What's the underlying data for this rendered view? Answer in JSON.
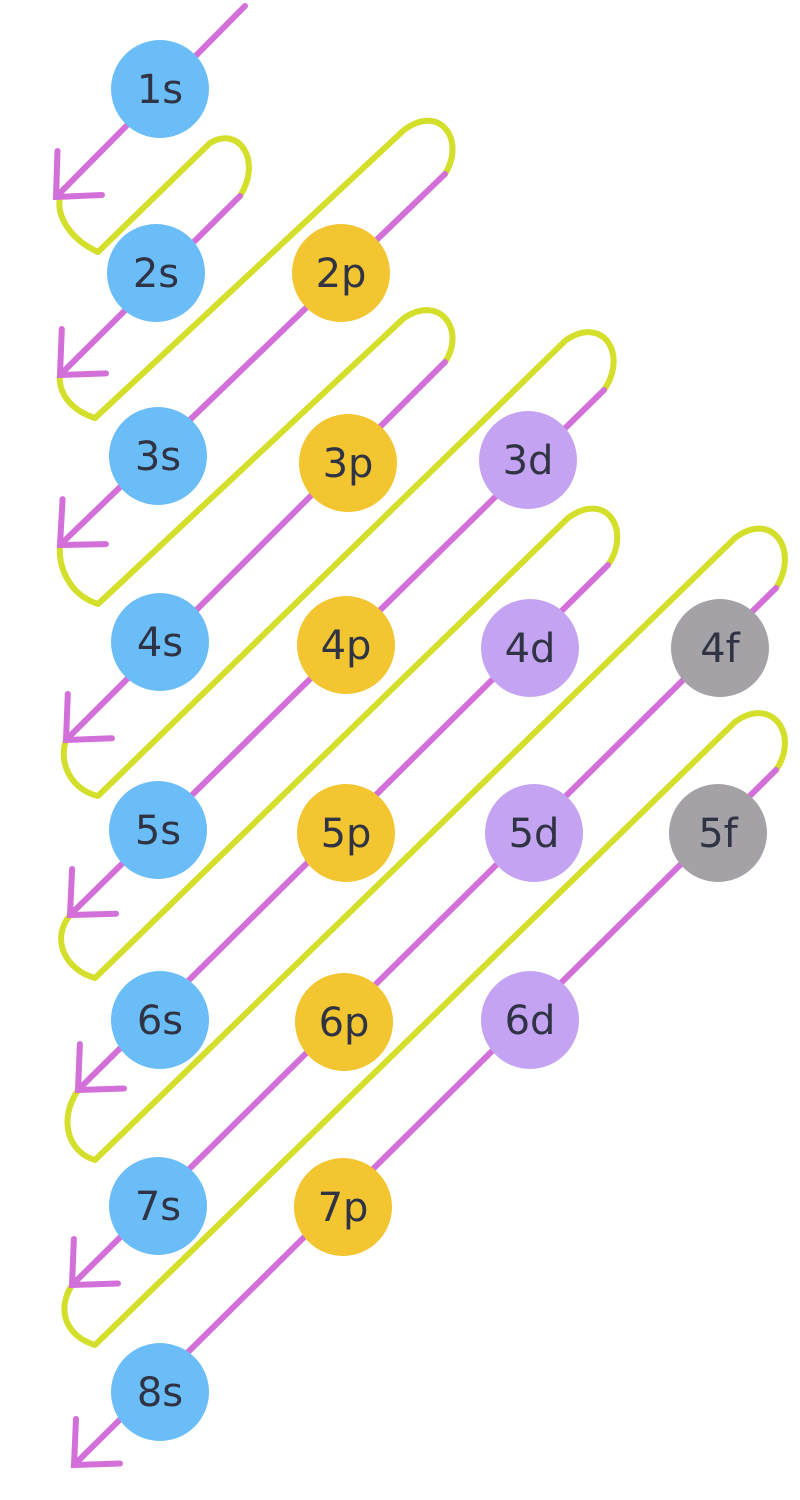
{
  "colors": {
    "diagonal": "#d36fd9",
    "connector": "#d3df2a",
    "s": "#6bbdf7",
    "p": "#f2c531",
    "d": "#c4a4f2",
    "f": "#a4a2a7"
  },
  "orbitals": [
    {
      "label": "1s",
      "type": "s"
    },
    {
      "label": "2s",
      "type": "s"
    },
    {
      "label": "2p",
      "type": "p"
    },
    {
      "label": "3s",
      "type": "s"
    },
    {
      "label": "3p",
      "type": "p"
    },
    {
      "label": "3d",
      "type": "d"
    },
    {
      "label": "4s",
      "type": "s"
    },
    {
      "label": "4p",
      "type": "p"
    },
    {
      "label": "4d",
      "type": "d"
    },
    {
      "label": "4f",
      "type": "f"
    },
    {
      "label": "5s",
      "type": "s"
    },
    {
      "label": "5p",
      "type": "p"
    },
    {
      "label": "5d",
      "type": "d"
    },
    {
      "label": "5f",
      "type": "f"
    },
    {
      "label": "6s",
      "type": "s"
    },
    {
      "label": "6p",
      "type": "p"
    },
    {
      "label": "6d",
      "type": "d"
    },
    {
      "label": "7s",
      "type": "s"
    },
    {
      "label": "7p",
      "type": "p"
    },
    {
      "label": "8s",
      "type": "s"
    }
  ]
}
